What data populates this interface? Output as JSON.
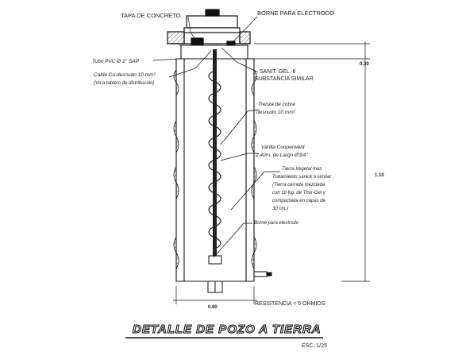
{
  "labels": {
    "tapa": "TAPA DE CONCRETO",
    "borne_electrodo": "BORNE PARA ELECTRODO",
    "tubo_pvc": "Tubo PVC Ø 2\" SAP",
    "cable_1": "Cable Cu desnudo 10 mm²",
    "cable_2": "(Va a tablero de distribución)",
    "sanit_1": "SANIT. GEL. 6",
    "sanit_2": "SUBSTANCIA SIMILAR",
    "trenza_1": "Trenza de cobre",
    "trenza_2": "desnudo 10 mm²",
    "varilla_1": "Varilla Cooperweld",
    "varilla_2": "2.40m. de Largo Ø3/4\"",
    "tierra_1": "Tierra Vegetal mas",
    "tierra_2": "Tratamiento sanick o similar",
    "tierra_3": "(Tierra cernida mezclada",
    "tierra_4": "con 10 Kg. de Thor-Gel y",
    "tierra_5": "compactada en capas de",
    "tierra_6": "30 cm.)",
    "borne_bottom": "Borne para electrodo",
    "resistencia": "RESISTENCIA < 5 OHMIOS"
  },
  "dimensions": {
    "top": "0.30",
    "height": "1.10",
    "width": "0.60"
  },
  "title": "DETALLE DE POZO A TIERRA",
  "scale": "ESC. 1/25"
}
